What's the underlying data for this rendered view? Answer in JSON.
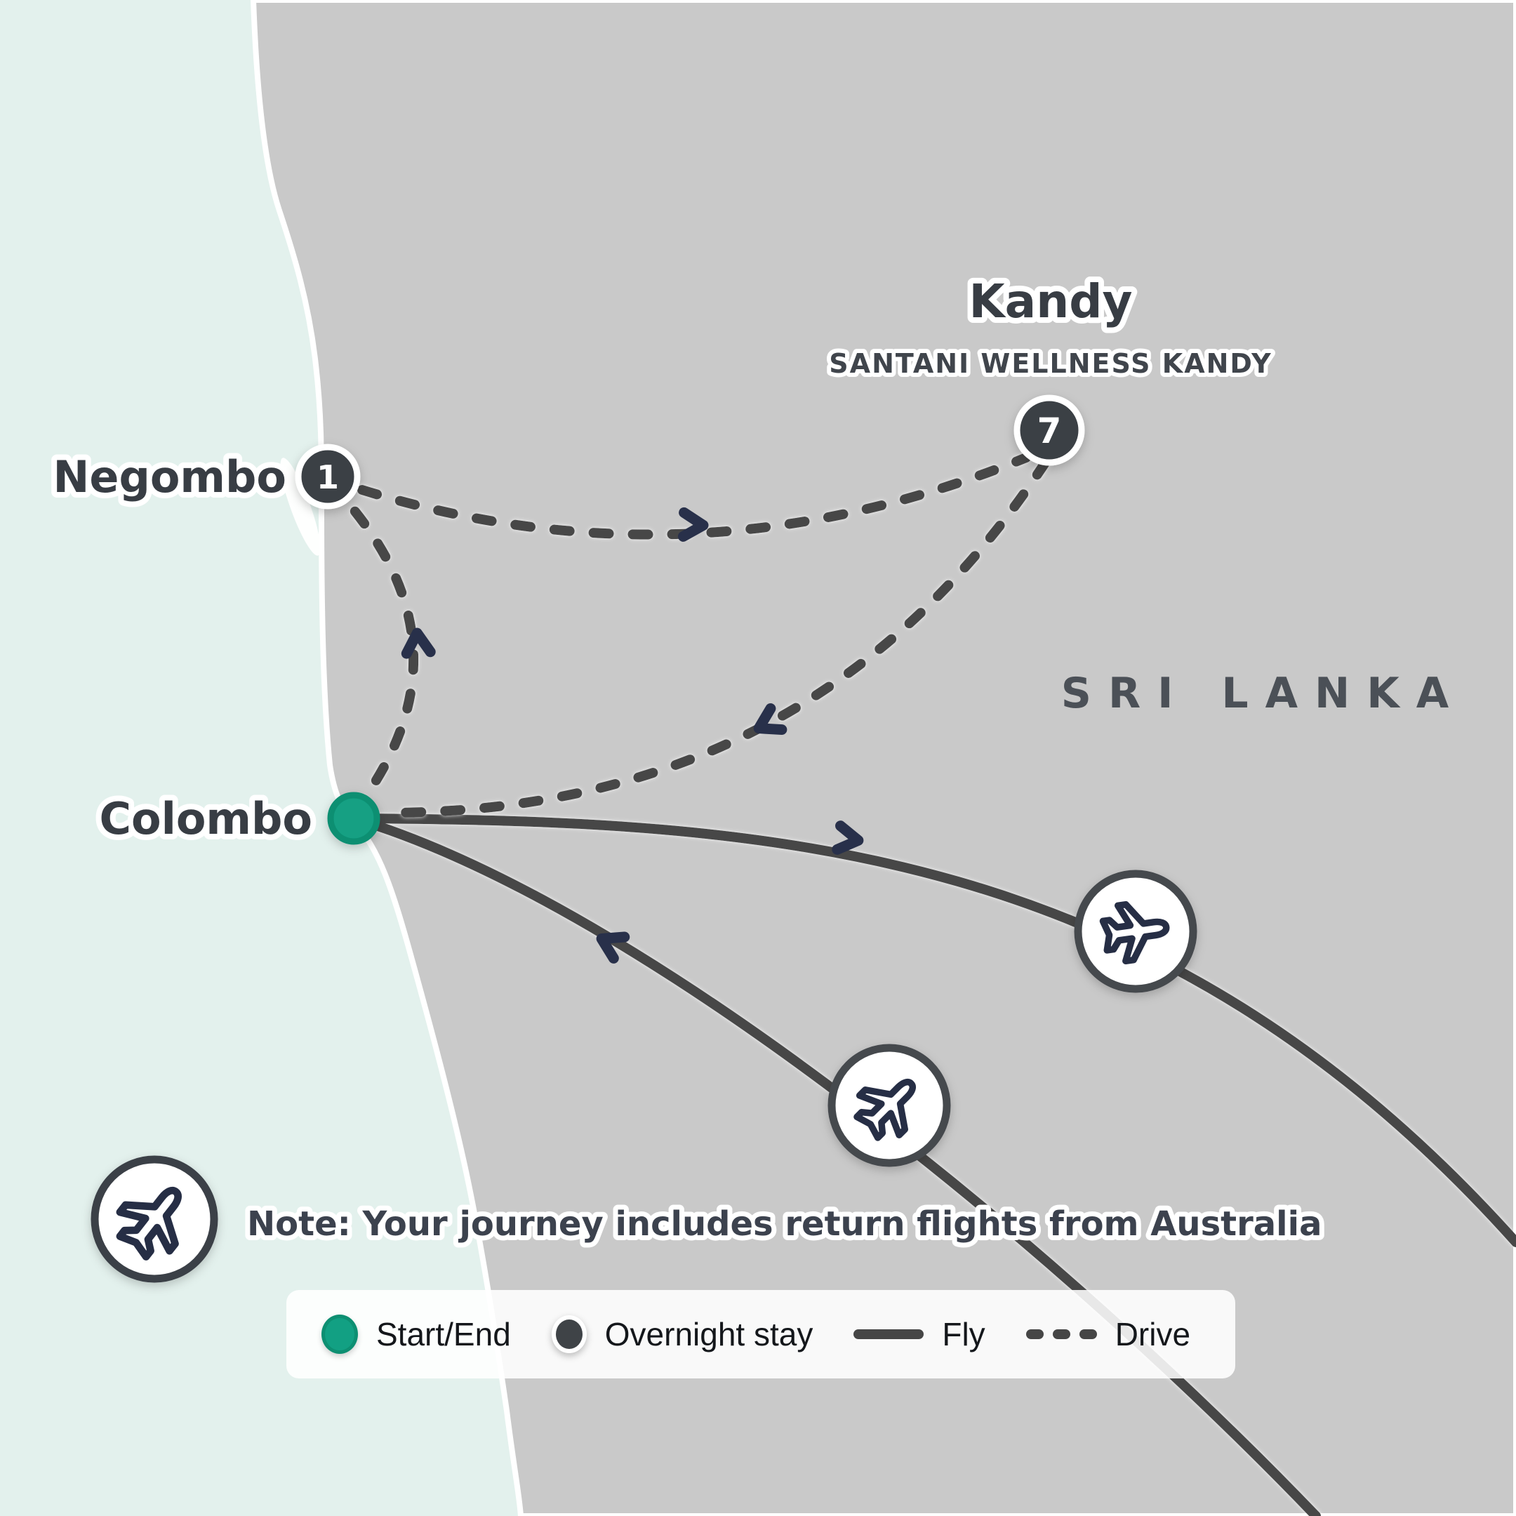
{
  "country": {
    "label": "SRI LANKA"
  },
  "locations": {
    "negombo": {
      "label": "Negombo",
      "nights": "1"
    },
    "kandy": {
      "label": "Kandy",
      "hotel": "SANTANI WELLNESS KANDY",
      "nights": "7"
    },
    "colombo": {
      "label": "Colombo"
    }
  },
  "note": {
    "text": "Note: Your journey includes return flights from Australia"
  },
  "legend": {
    "start_end": "Start/End",
    "overnight": "Overnight stay",
    "fly": "Fly",
    "drive": "Drive"
  },
  "colors": {
    "water": "#e3f1ed",
    "land": "#c9c9c9",
    "coastline": "#ffffff",
    "route": "#464646",
    "arrow_navy": "#28304a",
    "start_green": "#12a083",
    "marker_dark": "#3b3f44"
  }
}
